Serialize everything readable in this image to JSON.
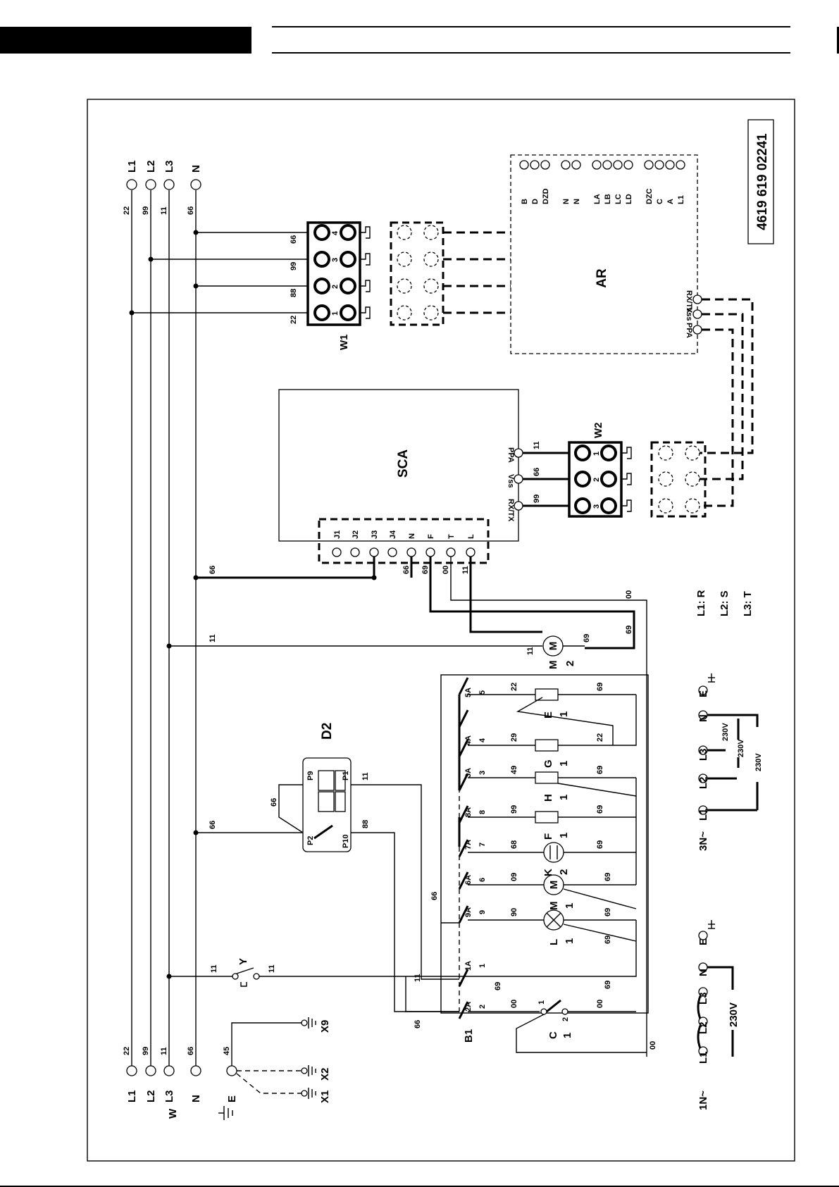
{
  "drawing_number": "4619 619 02241",
  "supply_top": {
    "lines": [
      "L1",
      "L2",
      "L3",
      "N"
    ],
    "wire_numbers": [
      "22",
      "99",
      "11",
      "66"
    ]
  },
  "supply_bottom": {
    "lines": [
      "L1",
      "L2",
      "L3",
      "N",
      "E"
    ],
    "wire_numbers": [
      "22",
      "99",
      "11",
      "66",
      "45"
    ],
    "label": "W"
  },
  "terminal_w1": {
    "label": "W1",
    "wire_numbers": [
      "22",
      "88",
      "99",
      "66"
    ],
    "pins": [
      "1",
      "2",
      "3",
      "4"
    ]
  },
  "terminal_w2": {
    "label": "W2",
    "wire_numbers": [
      "99",
      "66",
      "11"
    ],
    "pins": [
      "3",
      "2",
      "1"
    ]
  },
  "board_ar": {
    "label": "AR",
    "terminals": [
      "B",
      "D",
      "DZD",
      "N",
      "N",
      "LA",
      "LB",
      "LC",
      "LD",
      "DZC",
      "C",
      "A",
      "L1"
    ],
    "comm_pins": [
      "RX/TX",
      "Vss",
      "PPA"
    ]
  },
  "board_sca": {
    "label": "SCA",
    "comm_pins": [
      "PPA",
      "Vss",
      "RX/TX"
    ],
    "comm_wires": [
      "11",
      "66",
      "99"
    ],
    "connector": [
      "J1",
      "J2",
      "J3",
      "J4",
      "N",
      "F",
      "T",
      "L"
    ],
    "connector_wires": [
      "66",
      "69",
      "00",
      "11"
    ]
  },
  "display_d2": {
    "label": "D2",
    "pins": [
      "P9",
      "P1",
      "P2",
      "P10"
    ],
    "wires": [
      "66",
      "11",
      "66",
      "88"
    ]
  },
  "motor_m2": {
    "label": "M",
    "index": "2",
    "wires": [
      "11",
      "69"
    ]
  },
  "thermostat_y": {
    "label": "Y",
    "wires": [
      "11",
      "11"
    ]
  },
  "selector_b1": {
    "label": "B1",
    "contacts": [
      "5A",
      "4A",
      "3A",
      "8A",
      "7A",
      "6A",
      "9A",
      "1A",
      "2A"
    ],
    "outputs": [
      "5",
      "4",
      "3",
      "8",
      "7",
      "6",
      "9",
      "1",
      "2"
    ],
    "wires": [
      "66",
      "11",
      "66",
      "69"
    ]
  },
  "loads": [
    {
      "label": "E",
      "index": "1",
      "left": "22",
      "right": "69"
    },
    {
      "label": "G",
      "index": "1",
      "left": "29",
      "right": "22"
    },
    {
      "label": "H",
      "index": "1",
      "left": "49",
      "right": "69"
    },
    {
      "label": "F",
      "index": "1",
      "left": "99",
      "right": "69"
    },
    {
      "label": "K",
      "index": "2",
      "left": "68",
      "right": "69"
    },
    {
      "label": "M",
      "index": "1",
      "left": "09",
      "right": "69"
    },
    {
      "label": "L",
      "index": "1",
      "left": "90",
      "right": "69"
    }
  ],
  "return_wires": [
    "69",
    "69",
    "00",
    "00",
    "00",
    "69",
    "69"
  ],
  "switch_c": {
    "label": "C",
    "index": "1",
    "pins": [
      "1",
      "2"
    ],
    "wires": [
      "00",
      "00"
    ]
  },
  "ground_terminals": [
    "X9",
    "X2",
    "X1"
  ],
  "phase_legend": [
    "L1: R",
    "L2: S",
    "L3: T"
  ],
  "config_3n": {
    "title": "3N~",
    "lines": [
      "L1",
      "L2",
      "L3",
      "N",
      "E"
    ],
    "voltages": [
      "230V",
      "230V",
      "230V"
    ]
  },
  "config_1n": {
    "title": "1N~",
    "lines": [
      "L1",
      "L2",
      "L3",
      "N",
      "E"
    ],
    "voltage": "230V"
  }
}
